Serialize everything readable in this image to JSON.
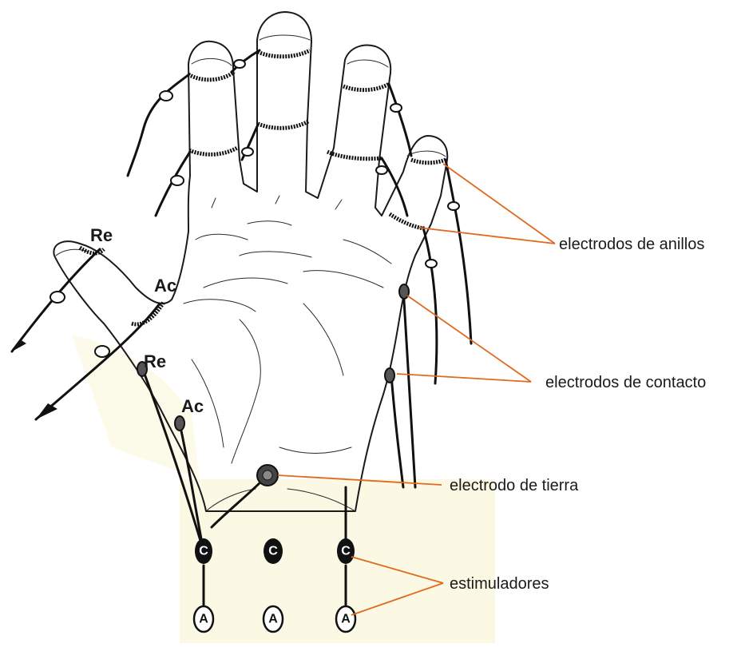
{
  "figure": {
    "labels": {
      "ring_electrodes": "electrodos de anillos",
      "contact_electrodes": "electrodos de contacto",
      "ground_electrode": "electrodo de tierra",
      "stimulators": "estimuladores"
    },
    "site_labels": {
      "thumb_re": "Re",
      "thumb_ac": "Ac",
      "wrist_re": "Re",
      "wrist_ac": "Ac"
    },
    "terminals": {
      "c": "C",
      "a": "A"
    }
  },
  "colors": {
    "leader_lines": "#e06a1e",
    "wrist_background": "#fbf8e4",
    "ink": "#1a1a1a"
  }
}
